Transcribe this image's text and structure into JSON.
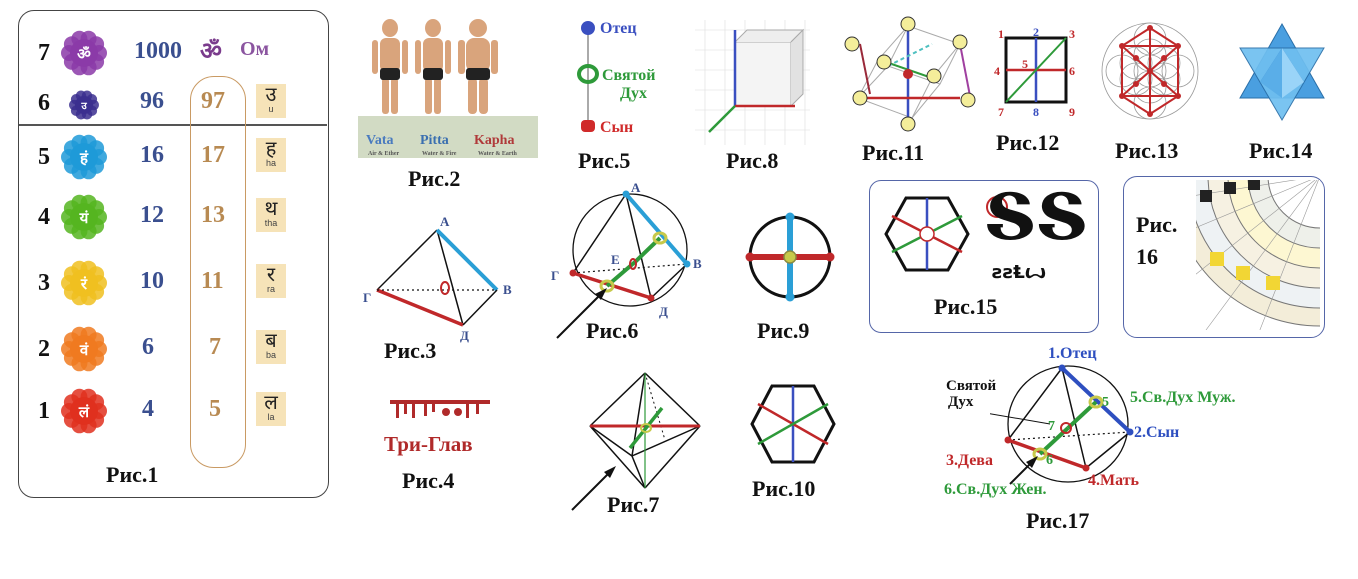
{
  "fig1": {
    "caption": "Рис.1",
    "om_symbol": "ॐ",
    "om_label": "Ом",
    "rows": [
      {
        "level": "7",
        "value": "1000",
        "total": "",
        "color": "#8b3aa8",
        "glyph": "ॐ"
      },
      {
        "level": "6",
        "value": "96",
        "total": "97",
        "color": "#3b2f8f",
        "glyph": "उ",
        "letter": "उ",
        "translit": "u"
      },
      {
        "level": "5",
        "value": "16",
        "total": "17",
        "color": "#1e9ad8",
        "glyph": "हं",
        "letter": "ह",
        "translit": "ha"
      },
      {
        "level": "4",
        "value": "12",
        "total": "13",
        "color": "#55b520",
        "glyph": "यं",
        "letter": "थ",
        "translit": "tha"
      },
      {
        "level": "3",
        "value": "10",
        "total": "11",
        "color": "#f0c020",
        "glyph": "रं",
        "letter": "र",
        "translit": "ra"
      },
      {
        "level": "2",
        "value": "6",
        "total": "7",
        "color": "#f07a20",
        "glyph": "वं",
        "letter": "ब",
        "translit": "ba"
      },
      {
        "level": "1",
        "value": "4",
        "total": "5",
        "color": "#e0301e",
        "glyph": "लं",
        "letter": "ल",
        "translit": "la"
      }
    ]
  },
  "fig2": {
    "caption": "Рис.2",
    "labels": [
      "Vata",
      "Pitta",
      "Kapha"
    ],
    "sublabels": [
      "Air & Ether",
      "Water & Fire",
      "Water & Earth"
    ]
  },
  "fig3": {
    "caption": "Рис.3",
    "A": "А",
    "B": "В",
    "G": "Г",
    "D": "Д"
  },
  "fig4": {
    "caption": "Рис.4",
    "label": "Три-Глав"
  },
  "fig5": {
    "caption": "Рис.5",
    "father": "Отец",
    "spirit1": "Святой",
    "spirit2": "Дух",
    "son": "Сын"
  },
  "fig6": {
    "caption": "Рис.6",
    "A": "А",
    "B": "В",
    "G": "Г",
    "D": "Д",
    "E": "Е"
  },
  "fig7": {
    "caption": "Рис.7"
  },
  "fig8": {
    "caption": "Рис.8"
  },
  "fig9": {
    "caption": "Рис.9"
  },
  "fig10": {
    "caption": "Рис.10"
  },
  "fig11": {
    "caption": "Рис.11"
  },
  "fig12": {
    "caption": "Рис.12",
    "n1": "1",
    "n2": "2",
    "n3": "3",
    "n4": "4",
    "n5": "5",
    "n6": "6",
    "n7": "7",
    "n8": "8",
    "n9": "9"
  },
  "fig13": {
    "caption": "Рис.13"
  },
  "fig14": {
    "caption": "Рис.14"
  },
  "fig15": {
    "caption": "Рис.15",
    "glyphs": "ՏՏ",
    "sub": "ꙅꙅⱠꙍ"
  },
  "fig16": {
    "caption_line1": "Рис.",
    "caption_line2": "16"
  },
  "fig17": {
    "caption": "Рис.17",
    "father": "1.Отец",
    "son": "2.Сын",
    "virgin": "3.Дева",
    "mother": "4.Мать",
    "spirit_m": "5.Св.Дух Муж.",
    "spirit_f": "6.Св.Дух Жен.",
    "holy1": "Святой",
    "holy2": "Дух",
    "n5": "5",
    "n6": "6",
    "n7": "7"
  },
  "colors": {
    "red": "#c0282a",
    "blue": "#2e6fb0",
    "cyan": "#2a9fd6",
    "green": "#2e9a3a",
    "navy": "#3a4f8f",
    "tan": "#b88a52"
  }
}
